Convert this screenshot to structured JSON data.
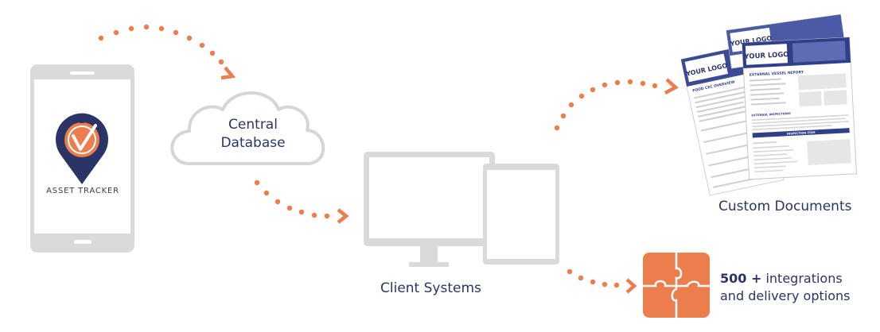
{
  "phone": {
    "app_name": "ASSET TRACKER"
  },
  "cloud": {
    "line1": "Central",
    "line2": "Database"
  },
  "client": {
    "label": "Client Systems"
  },
  "documents": {
    "label": "Custom Documents",
    "logo_text": "YOUR LOGO",
    "front_title": "EXTERNAL VESSEL REPORT",
    "back_title": "FOOD CEC OVERVIEW",
    "section_internal": "EXTERNAL INSPECTIONS",
    "section_bar": "INSPECTION ITEM"
  },
  "integrations": {
    "count": "500 +",
    "line1_rest": " integrations",
    "line2": "and delivery options"
  },
  "colors": {
    "accent": "#ec7d4c",
    "navy": "#2b3466",
    "grey": "#d9d9d9",
    "doc_blue": "#2f3f8a"
  }
}
